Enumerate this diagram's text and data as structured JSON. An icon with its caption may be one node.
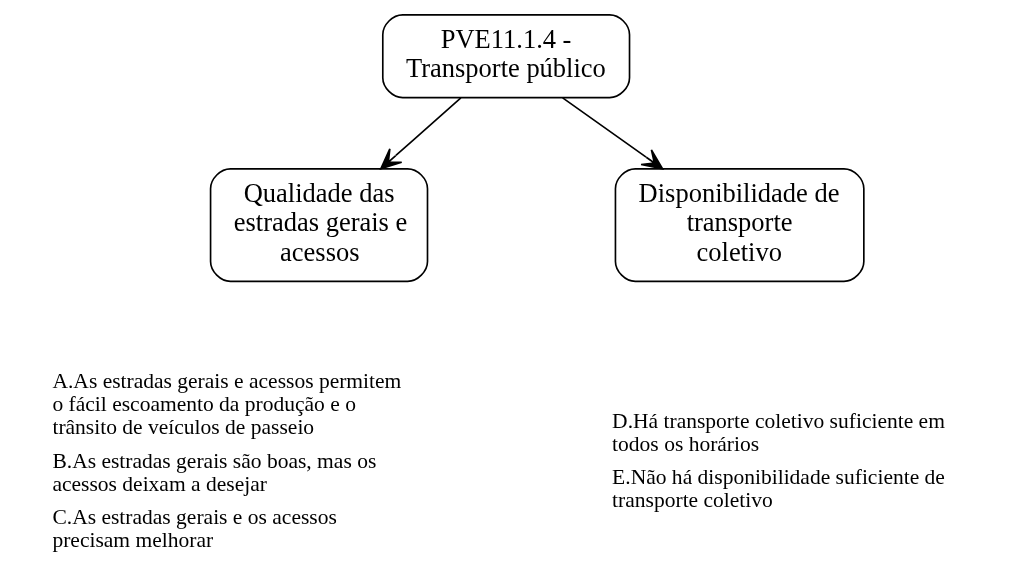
{
  "diagram": {
    "nodes": [
      {
        "text": [
          "PVE11.1.4 - Transporte público"
        ]
      },
      {
        "text": [
          "Qualidade das estradas gerais e acessos"
        ],
        "beside": [
          "A.As estradas gerais e acessos permitem o fácil escoamento da produção e o trânsito de veículos de passeio",
          "B.As estradas gerais são boas, mas os acessos deixam a desejar",
          "C.As estradas gerais e os acessos precisam melhorar"
        ]
      },
      {
        "text": [
          "Disponibilidade de transporte coletivo"
        ],
        "beside": [
          "D.Há transporte coletivo suficiente em todos os horários",
          "E.Não há disponibilidade suficiente de transporte coletivo"
        ]
      }
    ],
    "edges": [
      {
        "from": 0,
        "to": 1,
        "arrow": "to"
      },
      {
        "from": 0,
        "to": 2,
        "arrow": "to"
      }
    ]
  }
}
